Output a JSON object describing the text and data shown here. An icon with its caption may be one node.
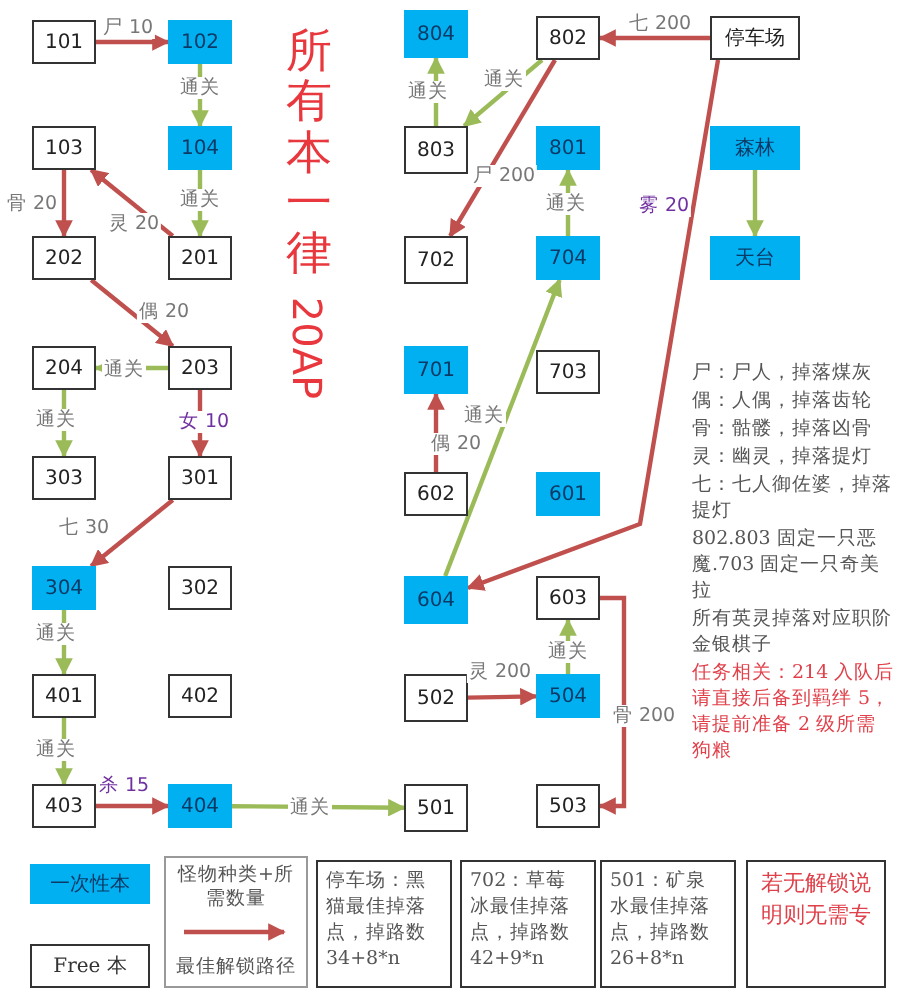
{
  "diagram": {
    "nodes": [
      {
        "text": [
          "101"
        ]
      },
      {
        "text": [
          "102"
        ]
      },
      {
        "text": [
          "804"
        ]
      },
      {
        "text": [
          "802"
        ]
      },
      {
        "text": [
          "停车场"
        ]
      },
      {
        "text": [
          "103"
        ]
      },
      {
        "text": [
          "104"
        ]
      },
      {
        "text": [
          "803"
        ]
      },
      {
        "text": [
          "801"
        ]
      },
      {
        "text": [
          "森林"
        ]
      },
      {
        "text": [
          "202"
        ]
      },
      {
        "text": [
          "201"
        ]
      },
      {
        "text": [
          "702"
        ]
      },
      {
        "text": [
          "704"
        ]
      },
      {
        "text": [
          "天台"
        ]
      },
      {
        "text": [
          "204"
        ]
      },
      {
        "text": [
          "203"
        ]
      },
      {
        "text": [
          "701"
        ]
      },
      {
        "text": [
          "703"
        ]
      },
      {
        "text": [
          "303"
        ]
      },
      {
        "text": [
          "301"
        ]
      },
      {
        "text": [
          "602"
        ]
      },
      {
        "text": [
          "601"
        ]
      },
      {
        "text": [
          "304"
        ]
      },
      {
        "text": [
          "302"
        ]
      },
      {
        "text": [
          "604"
        ]
      },
      {
        "text": [
          "603"
        ]
      },
      {
        "text": [
          "401"
        ]
      },
      {
        "text": [
          "402"
        ]
      },
      {
        "text": [
          "502"
        ]
      },
      {
        "text": [
          "504"
        ]
      },
      {
        "text": [
          "403"
        ]
      },
      {
        "text": [
          "404"
        ]
      },
      {
        "text": [
          "501"
        ]
      },
      {
        "text": [
          "503"
        ]
      },
      {
        "text": [
          "停车场：黑猫最佳掉落点，掉路数 34+8*n"
        ]
      },
      {
        "text": [
          "702：草莓冰最佳掉落点，掉路数 42+9*n"
        ]
      },
      {
        "text": [
          "501：矿泉水最佳掉落点，掉路数 26+8*n"
        ]
      },
      {
        "text": [
          "若无解锁说明则无需专"
        ]
      }
    ],
    "edges": [
      {
        "from": 0,
        "to": 1,
        "arrow": "to",
        "label": "尸 10",
        "color": "#c0504d"
      },
      {
        "from": 1,
        "to": 6,
        "arrow": "to",
        "label": "通关",
        "color": "#9bbb59"
      },
      {
        "from": 6,
        "to": 11,
        "arrow": "to",
        "label": "通关",
        "color": "#9bbb59"
      },
      {
        "from": 11,
        "to": 5,
        "arrow": "to",
        "label": "灵 20",
        "color": "#c0504d"
      },
      {
        "from": 5,
        "to": 10,
        "arrow": "to",
        "label": "骨 20",
        "color": "#c0504d"
      },
      {
        "from": 10,
        "to": 16,
        "arrow": "to",
        "label": "偶 20",
        "color": "#c0504d"
      },
      {
        "from": 16,
        "to": 15,
        "arrow": "to",
        "label": "通关",
        "color": "#9bbb59"
      },
      {
        "from": 15,
        "to": 19,
        "arrow": "to",
        "label": "通关",
        "color": "#9bbb59"
      },
      {
        "from": 16,
        "to": 20,
        "arrow": "to",
        "label": "女 10",
        "color": "#c0504d"
      },
      {
        "from": 20,
        "to": 23,
        "arrow": "to",
        "label": "七 30",
        "color": "#c0504d"
      },
      {
        "from": 23,
        "to": 27,
        "arrow": "to",
        "label": "通关",
        "color": "#9bbb59"
      },
      {
        "from": 27,
        "to": 31,
        "arrow": "to",
        "label": "通关",
        "color": "#9bbb59"
      },
      {
        "from": 31,
        "to": 32,
        "arrow": "to",
        "label": "杀 15",
        "color": "#c0504d"
      },
      {
        "from": 32,
        "to": 33,
        "arrow": "to",
        "label": "通关",
        "color": "#9bbb59"
      },
      {
        "from": 4,
        "to": 3,
        "arrow": "to",
        "label": "七 200",
        "color": "#c0504d"
      },
      {
        "from": 3,
        "to": 7,
        "arrow": "to",
        "label": "通关",
        "color": "#9bbb59"
      },
      {
        "from": 7,
        "to": 2,
        "arrow": "to",
        "label": "通关",
        "color": "#9bbb59"
      },
      {
        "from": 3,
        "to": 12,
        "arrow": "to",
        "label": "尸 200",
        "color": "#c0504d"
      },
      {
        "from": 4,
        "to": 25,
        "arrow": "to",
        "label": "雾 20",
        "color": "#c0504d"
      },
      {
        "from": 13,
        "to": 8,
        "arrow": "to",
        "label": "通关",
        "color": "#9bbb59"
      },
      {
        "from": 25,
        "to": 13,
        "arrow": "to",
        "label": "通关",
        "color": "#9bbb59"
      },
      {
        "from": 21,
        "to": 17,
        "arrow": "to",
        "label": "偶 20",
        "color": "#c0504d"
      },
      {
        "from": 29,
        "to": 30,
        "arrow": "to",
        "label": "灵 200",
        "color": "#c0504d"
      },
      {
        "from": 30,
        "to": 26,
        "arrow": "to",
        "label": "通关",
        "color": "#9bbb59"
      },
      {
        "from": 26,
        "to": 34,
        "arrow": "to",
        "label": "骨 200",
        "color": "#c0504d"
      },
      {
        "from": 9,
        "to": 14,
        "arrow": "to",
        "color": "#9bbb59"
      }
    ],
    "labels": [
      "所有本一律",
      "20AP",
      "尸：尸人，掉落煤灰",
      "偶：人偶，掉落齿轮",
      "骨：骷髅，掉落凶骨",
      "灵：幽灵，掉落提灯",
      "七：七人御佐婆，掉落提灯",
      "802.803 固定一只恶魔.703 固定一只奇美拉",
      "所有英灵掉落对应职阶金银棋子",
      "任务相关：214 入队后请直接后备到羁绊 5，请提前准备 2 级所需狗粮"
    ],
    "legend": [
      {
        "text": "一次性本",
        "color": "#00b0f0"
      },
      {
        "text": "Free 本",
        "color": "#ffffff"
      },
      {
        "text": "怪物种类+所需数量"
      },
      {
        "text": "最佳解锁路径"
      }
    ]
  }
}
